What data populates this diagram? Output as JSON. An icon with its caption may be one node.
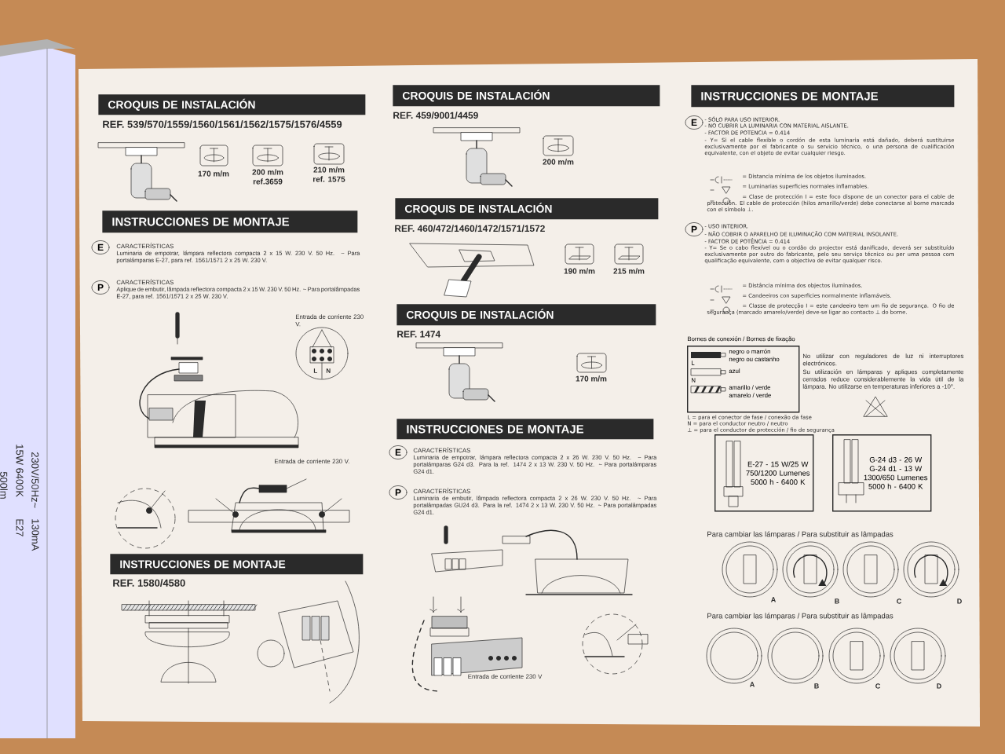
{
  "diagram": {
    "nodes": [
      {
        "text": [
          "CROQUIS DE INSTALACIÓN"
        ]
      },
      {
        "text": [
          "INSTRUCCIONES DE MONTAJE"
        ]
      },
      {
        "text": [
          "E"
        ]
      },
      {
        "text": [
          "P"
        ]
      },
      {
        "text": [
          "INSTRUCCIONES DE MONTAJE"
        ]
      },
      {
        "text": [
          "CROQUIS DE INSTALACIÓN"
        ]
      },
      {
        "text": [
          "CROQUIS DE INSTALACIÓN"
        ]
      },
      {
        "text": [
          "CROQUIS DE INSTALACIÓN"
        ]
      },
      {
        "text": [
          "INSTRUCCIONES DE MONTAJE"
        ]
      },
      {
        "text": [
          "E"
        ]
      },
      {
        "text": [
          "P"
        ]
      },
      {
        "text": [
          "INSTRUCCIONES DE MONTAJE"
        ]
      },
      {
        "text": [
          "E"
        ]
      },
      {
        "text": [
          "P"
        ]
      },
      {
        "text": [
          "Bornes de conexión / Bornes de fixação",
          "negro o marrón",
          "negro ou castanho",
          "L",
          "azul",
          "N",
          "amarillo / verde",
          "amarelo / verde"
        ]
      },
      {
        "text": [
          "E-27 - 15 W/25 W 750/1200 Lumenes 5000 h - 6400 K"
        ]
      },
      {
        "text": [
          "G-24 d3 - 26 W G-24 d1 - 13 W 1300/650 Lumenes 5000 h - 6400 K"
        ]
      }
    ],
    "labels": [
      "REF. 539/570/1559/1560/1561/1562/1575/1576/4559",
      "170 m/m",
      "200 m/m",
      "ref.3659",
      "210 m/m",
      "ref. 1575",
      "CARACTERÍSTICAS",
      "Luminaria de empotrar, lámpara reflectora compacta 2 x 15 W. 230 V. 50 Hz. ~ Para portalámparas E-27, para ref. 1561/1571 2 x 25 W. 230 V.",
      "CARACTERÍSTICAS",
      "Aplique de embutir, lâmpada reflectora compacta 2 x 15 W. 230 V. 50 Hz. ~ Para portalâmpadas E-27, para ref. 1561/1571 2 x 25 W. 230 V.",
      "Entrada de corriente 230 V.",
      "L",
      "N",
      "Entrada de corriente 230 V.",
      "REF. 1580/4580",
      "REF. 459/9001/4459",
      "200 m/m",
      "REF. 460/472/1460/1472/1571/1572",
      "190 m/m",
      "215 m/m",
      "REF. 1474",
      "170 m/m",
      "CARACTERÍSTICAS",
      "Luminaria de empotrar, lámpara reflectora compacta 2 x 26 W. 230 V. 50 Hz. ~ Para portalámparas G24 d3. Para la ref. 1474 2 x 13 W. 230 V. 50 Hz. ~ Para portalámparas G24 d1.",
      "CARACTERÍSTICAS",
      "Luminaria de embutir, lâmpada reflectora compacta 2 x 26 W. 230 V. 50 Hz. ~ Para portalâmpadas GU24 d3. Para la ref. 1474 2 x 13 W. 230 V. 50 Hz. ~ Para portalâmpadas G24 d1.",
      "Entrada de corriente 230 V",
      "- SÓLO PARA USO INTERIOR.",
      "- NO CUBRIR LA LUMINARIA CON MATERIAL AISLANTE.",
      "- FACTOR DE POTENCIA = 0.414",
      "- Y= Si el cable flexible o cordón de esta luminaria está dañado, deberá sustituirse exclusivamente por el fabricante o su servicio técnico, o una persona de cualificación equivalente, con el objeto de evitar cualquier riesgo.",
      "= Distancia mínima de los objetos iluminados.",
      "= Luminarias superficies normales inflamables.",
      "= Clase de protección I = este foco dispone de un conector para el cable de protección. El cable de protección (hilos amarillo/verde) debe conectarse al borne marcado con el símbolo ⊥.",
      "- USO INTERIOR.",
      "- NÃO COBRIR O APARELHO DE ILUMINAÇÃO COM MATERIAL INSOLANTE.",
      "- FACTOR DE POTÊNCIA = 0.414",
      "- Y= Se o cabo flexível ou o cordão do projector está danificado, deverá ser substituído exclusivamente por outro do fabricante, pelo seu serviço técnico ou per uma pessoa com qualificação equivalente, com o objectivo de evitar qualquer risco.",
      "= Distância mínima dos objectos iluminados.",
      "= Candeeiros con superficies normalmente inflamáveis.",
      "= Classe de protecção I = este candeeiro tem um fio de segurança. O fio de segurança (marcado amarelo/verde) deve-se ligar ao contacto ⊥ do borne.",
      "L = para el conector de fase / conexão da fase",
      "N = para el conductor neutro / neutro",
      "⊥ = para el conductor de protección / fio de segurança",
      "No utilizar con reguladores de luz ni interruptores electrónicos.",
      "Su utilización en lámparas y apliques completamente cerrados reduce considerablemente la vida útil de la lámpara. No utilizarse en temperaturas inferiores a -10°.",
      "Para cambiar las lámparas / Para substituir as lâmpadas",
      "A",
      "B",
      "C",
      "D",
      "Para cambiar las lámparas / Para substituir as lâmpadas",
      "A",
      "B",
      "C",
      "D",
      "230V/50Hz~",
      "130mA",
      "15W 6400K",
      "E27",
      "500lm"
    ]
  }
}
